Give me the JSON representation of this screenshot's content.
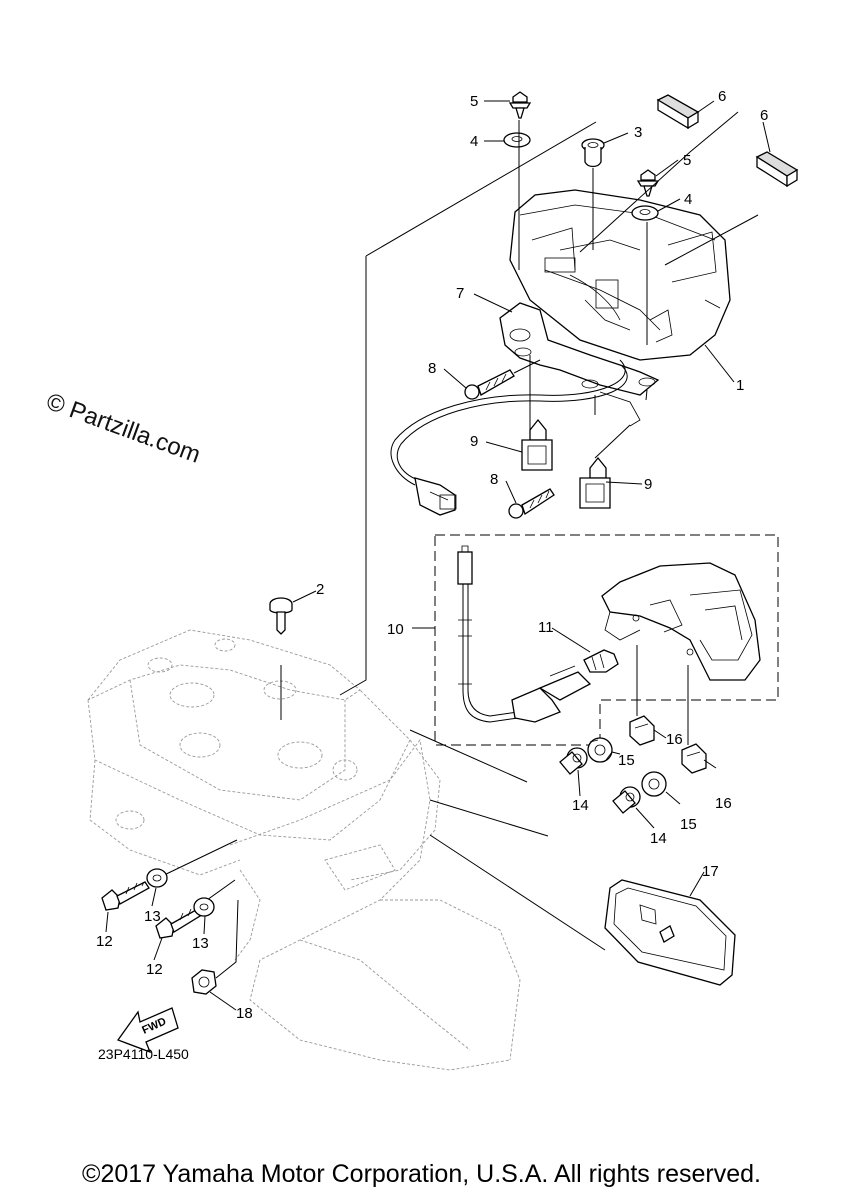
{
  "watermark": "© Partzilla.com",
  "diagram_code": "23P4110-L450",
  "copyright": "©2017 Yamaha Motor Corporation, U.S.A. All rights reserved.",
  "fwd_label": "FWD",
  "callouts": {
    "c1": "1",
    "c2": "2",
    "c3": "3",
    "c4a": "4",
    "c4b": "4",
    "c5a": "5",
    "c5b": "5",
    "c6a": "6",
    "c6b": "6",
    "c7": "7",
    "c8a": "8",
    "c8b": "8",
    "c9a": "9",
    "c9b": "9",
    "c10": "10",
    "c11": "11",
    "c12a": "12",
    "c12b": "12",
    "c13a": "13",
    "c13b": "13",
    "c14a": "14",
    "c14b": "14",
    "c15a": "15",
    "c15b": "15",
    "c16a": "16",
    "c16b": "16",
    "c17": "17",
    "c18": "18"
  }
}
